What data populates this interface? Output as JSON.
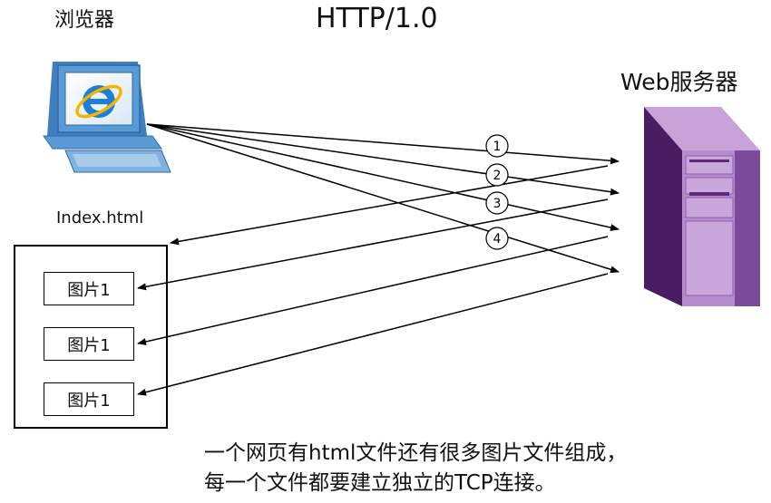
{
  "title": "HTTP/1.0",
  "browser_label": "浏览器",
  "server_label": "Web服务器",
  "file_label": "Index.html",
  "image_boxes": [
    "图片1",
    "图片1",
    "图片1"
  ],
  "request_numbers": [
    "1",
    "2",
    "3",
    "4"
  ],
  "caption_lines": [
    "一个网页有html文件还有很多图片文件组成，",
    "每一个文件都要建立独立的TCP连接。"
  ],
  "icons": {
    "browser": "computer-with-ie-icon",
    "server": "server-tower-icon"
  },
  "colors": {
    "monitor_blue": "#4d8fc8",
    "server_purple": "#7b4a9a",
    "server_dark": "#4a1d63",
    "arrow": "#000000"
  }
}
